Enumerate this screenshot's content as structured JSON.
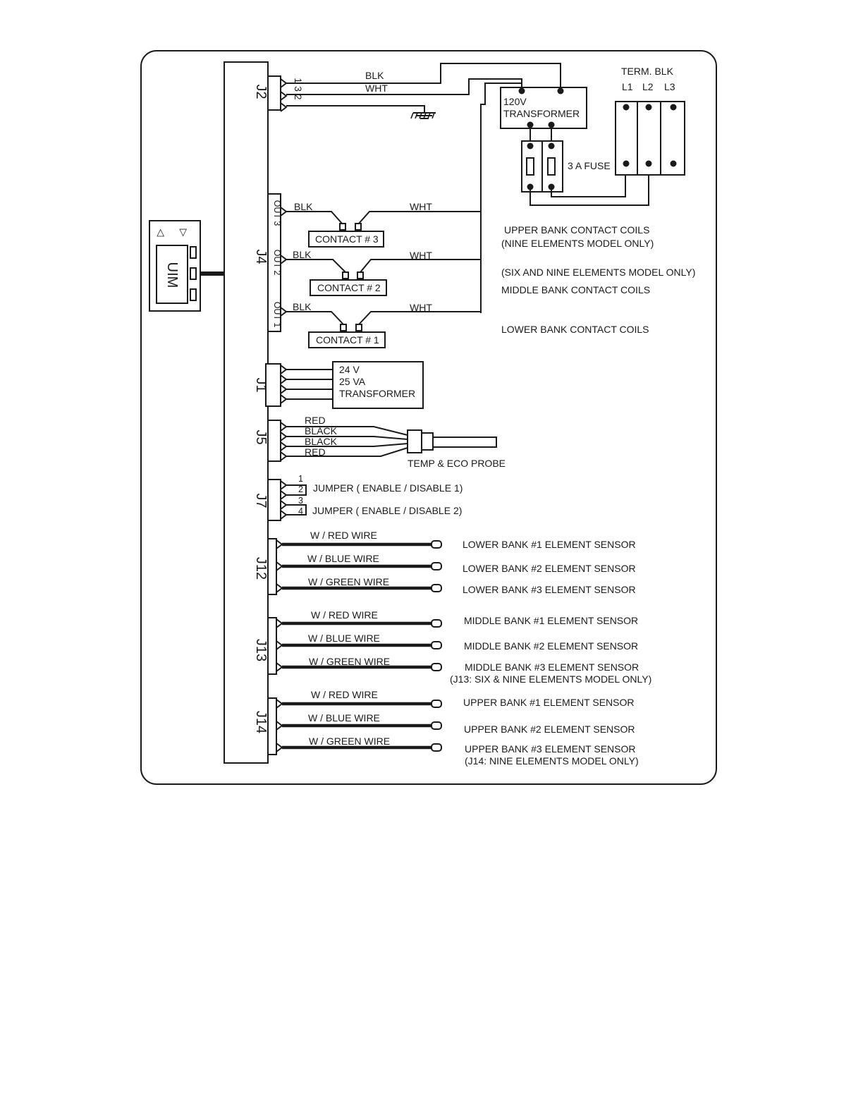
{
  "connectors": {
    "j1": "J1",
    "j2": "J2",
    "j4": "J4",
    "j5": "J5",
    "j7": "J7",
    "j12": "J12",
    "j13": "J13",
    "j14": "J14"
  },
  "uim": {
    "label": "UIM",
    "left_arrow": "◁",
    "right_arrow": "▷"
  },
  "j2": {
    "pins": "1 3 2",
    "wire_blk": "BLK",
    "wire_wht": "WHT"
  },
  "transformer_120": {
    "line1": "120V",
    "line2": "TRANSFORMER"
  },
  "fuse": {
    "label": "3 A FUSE"
  },
  "term_block": {
    "title": "TERM. BLK",
    "l1": "L1",
    "l2": "L2",
    "l3": "L3"
  },
  "j4": {
    "out3": "OUT 3",
    "out2": "OUT 2",
    "out1": "OUT 1",
    "blk": "BLK",
    "wht": "WHT",
    "contact3": "CONTACT # 3",
    "contact2": "CONTACT # 2",
    "contact1": "CONTACT # 1",
    "note_upper_1": "UPPER BANK CONTACT COILS",
    "note_upper_2": "(NINE ELEMENTS MODEL ONLY)",
    "note_middle_1": "(SIX AND NINE ELEMENTS MODEL ONLY)",
    "note_middle_2": "MIDDLE BANK CONTACT COILS",
    "note_lower": "LOWER BANK CONTACT COILS"
  },
  "j1": {
    "line1": "24 V",
    "line2": "25 VA",
    "line3": "TRANSFORMER"
  },
  "j5": {
    "wire1": "RED",
    "wire2": "BLACK",
    "wire3": "BLACK",
    "wire4": "RED",
    "probe": "TEMP & ECO PROBE"
  },
  "j7": {
    "pin1": "1",
    "pin2": "2",
    "pin3": "3",
    "pin4": "4",
    "jumper1": "JUMPER ( ENABLE / DISABLE 1)",
    "jumper2": "JUMPER ( ENABLE / DISABLE 2)"
  },
  "j12": {
    "w1": "W / RED WIRE",
    "w2": "W / BLUE WIRE",
    "w3": "W / GREEN WIRE",
    "s1": "LOWER BANK #1 ELEMENT SENSOR",
    "s2": "LOWER BANK #2 ELEMENT SENSOR",
    "s3": "LOWER BANK #3 ELEMENT SENSOR"
  },
  "j13": {
    "w1": "W / RED WIRE",
    "w2": "W / BLUE WIRE",
    "w3": "W / GREEN WIRE",
    "s1": "MIDDLE BANK #1 ELEMENT SENSOR",
    "s2": "MIDDLE BANK #2 ELEMENT SENSOR",
    "s3": "MIDDLE BANK #3 ELEMENT SENSOR",
    "note": "(J13: SIX  & NINE ELEMENTS MODEL ONLY)"
  },
  "j14": {
    "w1": "W / RED WIRE",
    "w2": "W / BLUE WIRE",
    "w3": "W / GREEN WIRE",
    "s1": "UPPER BANK #1 ELEMENT SENSOR",
    "s2": "UPPER BANK #2 ELEMENT SENSOR",
    "s3": "UPPER BANK #3 ELEMENT SENSOR",
    "note": "(J14: NINE ELEMENTS MODEL ONLY)"
  }
}
